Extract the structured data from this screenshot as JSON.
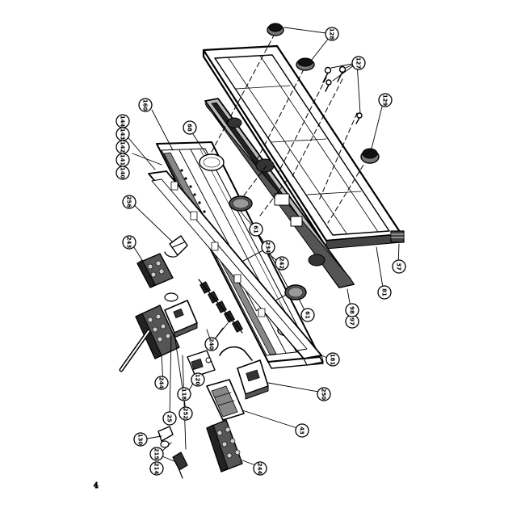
{
  "diagram": {
    "page_mark": "4",
    "callouts": [
      {
        "id": "c128a",
        "label": "128"
      },
      {
        "id": "c127",
        "label": "127"
      },
      {
        "id": "c129",
        "label": "129"
      },
      {
        "id": "c160",
        "label": "160"
      },
      {
        "id": "c144",
        "label": "144"
      },
      {
        "id": "c143",
        "label": "143"
      },
      {
        "id": "c142",
        "label": "142"
      },
      {
        "id": "c141",
        "label": "141"
      },
      {
        "id": "c140",
        "label": "140"
      },
      {
        "id": "c68",
        "label": "68"
      },
      {
        "id": "c256",
        "label": "256"
      },
      {
        "id": "c243",
        "label": "243"
      },
      {
        "id": "c61a",
        "label": "61"
      },
      {
        "id": "c234",
        "label": "234"
      },
      {
        "id": "c242",
        "label": "242"
      },
      {
        "id": "c61b",
        "label": "61"
      },
      {
        "id": "c37",
        "label": "37"
      },
      {
        "id": "c81",
        "label": "81"
      },
      {
        "id": "c97",
        "label": "97"
      },
      {
        "id": "c98",
        "label": "98"
      },
      {
        "id": "c240",
        "label": "240"
      },
      {
        "id": "c244a",
        "label": "244"
      },
      {
        "id": "c181",
        "label": "181"
      },
      {
        "id": "c118",
        "label": "118"
      },
      {
        "id": "c120",
        "label": "120"
      },
      {
        "id": "c250",
        "label": "250"
      },
      {
        "id": "c252",
        "label": "252"
      },
      {
        "id": "c25",
        "label": "25"
      },
      {
        "id": "c43",
        "label": "43"
      },
      {
        "id": "c130",
        "label": "130"
      },
      {
        "id": "c215",
        "label": "215"
      },
      {
        "id": "c214",
        "label": "214"
      },
      {
        "id": "c244b",
        "label": "244"
      }
    ]
  }
}
